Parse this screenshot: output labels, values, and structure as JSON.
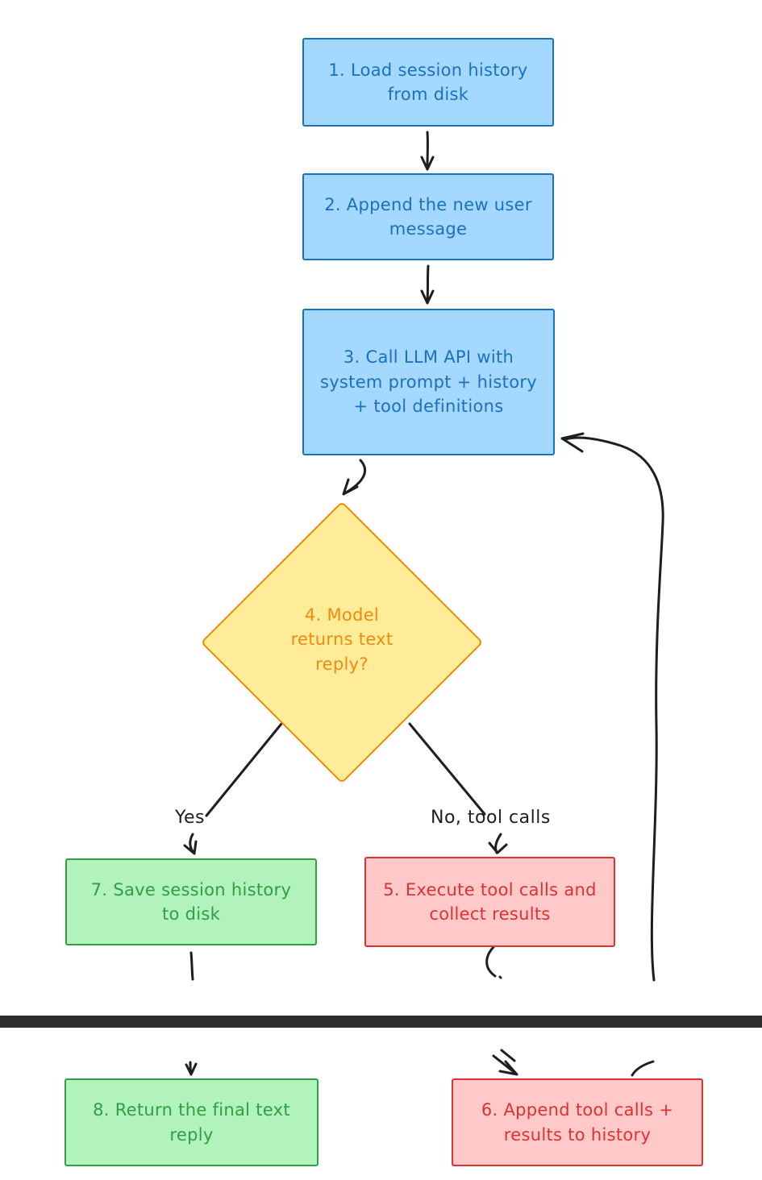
{
  "nodes": {
    "step1": {
      "label": "1. Load session history from disk",
      "type": "process",
      "color": "blue"
    },
    "step2": {
      "label": "2. Append the new user message",
      "type": "process",
      "color": "blue"
    },
    "step3": {
      "label": "3. Call LLM API with system prompt + history + tool definitions",
      "type": "process",
      "color": "blue"
    },
    "step4": {
      "label": "4. Model returns text reply?",
      "type": "decision",
      "color": "yellow"
    },
    "step5": {
      "label": "5. Execute tool calls and collect results",
      "type": "process",
      "color": "red"
    },
    "step6": {
      "label": "6. Append tool calls + results to history",
      "type": "process",
      "color": "red"
    },
    "step7": {
      "label": "7. Save session history to disk",
      "type": "process",
      "color": "green"
    },
    "step8": {
      "label": "8. Return the final text reply",
      "type": "process",
      "color": "green"
    }
  },
  "edge_labels": {
    "yes": "Yes",
    "no": "No, tool calls"
  },
  "palette": {
    "blue_fill": "#a5d8ff",
    "blue_stroke": "#1971c2",
    "yellow_fill": "#ffec99",
    "yellow_stroke": "#f08c00",
    "yellow_text": "#ef8b0e",
    "green_fill": "#b2f2bb",
    "green_stroke": "#2f9e44",
    "red_fill": "#ffc9c9",
    "red_stroke": "#e03131",
    "arrow": "#1e1e1e",
    "divider_bar": "#2e2e2e",
    "background": "#ffffff"
  }
}
